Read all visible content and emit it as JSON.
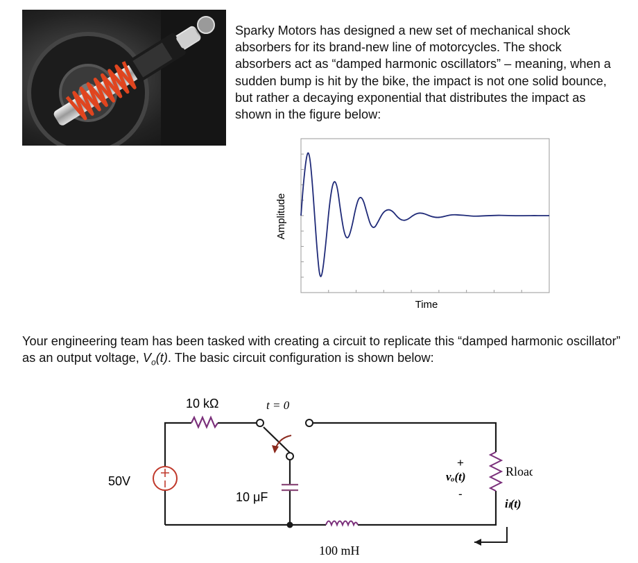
{
  "text": {
    "intro_paragraph": "Sparky Motors has designed a new set of mechanical shock absorbers for its brand-new line of motorcycles. The shock absorbers act as “damped harmonic oscillators” – meaning, when a sudden bump is hit by the bike, the impact is not one solid bounce, but rather a decaying exponential that distributes the impact as shown in the figure below:",
    "task_paragraph_start": "Your engineering team has been tasked with creating a circuit to replicate this “damped harmonic oscillator” as an output voltage, ",
    "task_voltage_symbol": "V",
    "task_voltage_sub": "o",
    "task_voltage_arg": "(t)",
    "task_paragraph_end": ".  The basic circuit configuration is shown below:"
  },
  "photo": {
    "icon": "motorcycle-shock-absorber-photo",
    "spring_color": "#e0451f"
  },
  "chart_data": {
    "type": "line",
    "xlabel": "Time",
    "ylabel": "Amplitude",
    "line_color": "#1f2a78",
    "grid": false,
    "xlim": [
      0,
      10
    ],
    "ylim": [
      -1.2,
      1.2
    ],
    "series": [
      {
        "x": [
          0,
          0.12,
          0.25,
          0.35,
          0.45,
          0.55,
          0.65,
          0.75,
          0.85,
          1.0,
          1.15,
          1.3,
          1.45,
          1.6,
          1.75,
          1.9,
          2.05,
          2.2,
          2.35,
          2.5,
          2.65,
          2.8,
          2.95,
          3.1,
          3.3,
          3.5,
          3.7,
          3.9,
          4.1,
          4.3,
          4.5,
          4.7,
          4.9,
          5.1,
          5.3,
          5.5,
          5.7,
          5.9,
          6.1,
          6.4,
          6.7,
          7.0,
          7.3,
          7.6,
          7.9,
          8.2,
          8.5,
          8.8,
          9.1,
          9.4,
          9.7,
          10.0
        ],
        "y": [
          0.0,
          0.6,
          1.0,
          0.95,
          0.55,
          0.0,
          -0.55,
          -0.95,
          -0.95,
          -0.45,
          0.2,
          0.55,
          0.5,
          0.05,
          -0.3,
          -0.37,
          -0.18,
          0.12,
          0.3,
          0.26,
          0.05,
          -0.15,
          -0.2,
          -0.1,
          0.05,
          0.1,
          0.07,
          -0.03,
          -0.08,
          -0.06,
          0.0,
          0.04,
          0.04,
          0.01,
          -0.02,
          -0.03,
          -0.02,
          0.0,
          0.015,
          0.01,
          0.0,
          -0.01,
          -0.005,
          0.0,
          0.005,
          0.003,
          0.0,
          -0.002,
          0.0,
          0.001,
          0.0,
          0.0
        ]
      }
    ]
  },
  "circuit": {
    "source_label": "50V",
    "resistor_label": "10 kΩ",
    "switch_label": "t = 0",
    "capacitor_label": "10 μF",
    "inductor_label": "100 mH",
    "load_label": "Rload",
    "vo_plus": "+",
    "vo_minus": "-",
    "vo_label": "vₒ(t)",
    "il_label": "iₗ(t)",
    "arrow_color": "#8b2a1e",
    "wire_color": "#1a1a1a",
    "resistor_color": "#7a2f7a",
    "source_color": "#c0392b"
  }
}
